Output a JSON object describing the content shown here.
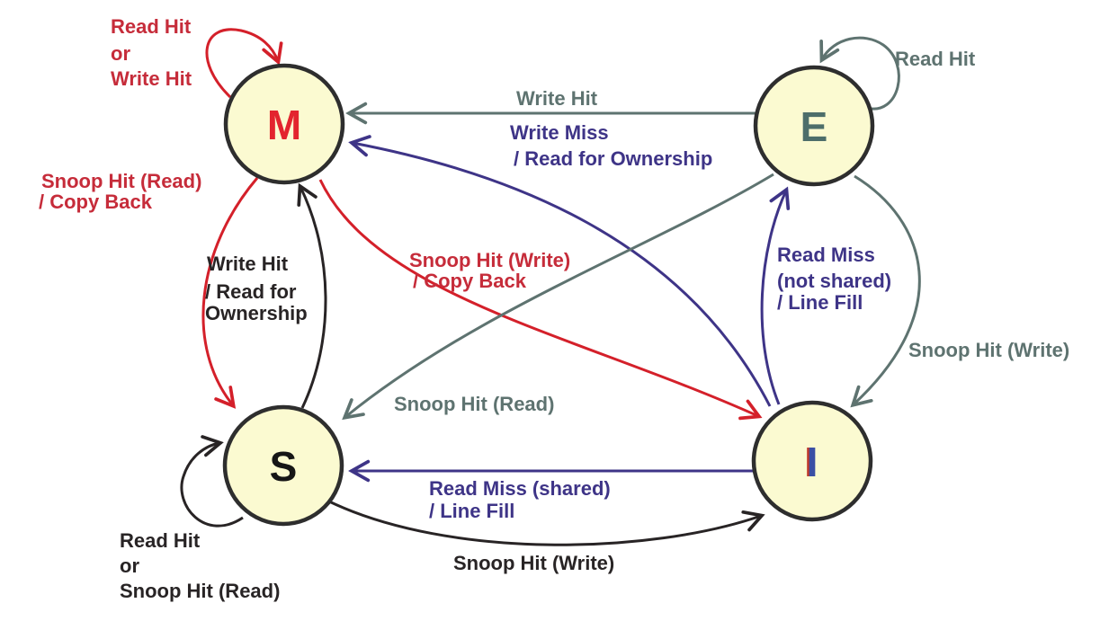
{
  "diagram": {
    "kind": "state-machine",
    "protocol_states": [
      "M",
      "E",
      "S",
      "I"
    ]
  },
  "colors": {
    "background": "#ffffff",
    "node_fill": "#fbfad1",
    "node_border": "#2e2e2e",
    "red": "#d4202a",
    "red_text": "#c62c3a",
    "gray": "#5e7370",
    "purple": "#3e3487",
    "black": "#282425",
    "letter_m": "#e3242e",
    "letter_e": "#4d6e6a",
    "letter_s": "#161616",
    "letter_i": "#3a4fa5",
    "letter_i_shadow": "#c0392b"
  },
  "nodes": {
    "m": {
      "label": "M"
    },
    "e": {
      "label": "E"
    },
    "s": {
      "label": "S"
    },
    "i": {
      "label": "I"
    }
  },
  "transitions": {
    "m_self": {
      "from": "M",
      "to": "M",
      "lines": [
        "Read Hit",
        "or",
        "Write Hit"
      ]
    },
    "e_self": {
      "from": "E",
      "to": "E",
      "lines": [
        "Read Hit"
      ]
    },
    "e_m": {
      "from": "E",
      "to": "M",
      "lines": [
        "Write Hit"
      ]
    },
    "i_m": {
      "from": "I",
      "to": "M",
      "lines": [
        "Write Miss",
        "/ Read for Ownership"
      ]
    },
    "m_s": {
      "from": "M",
      "to": "S",
      "lines": [
        "Snoop Hit (Read)",
        "/ Copy Back"
      ]
    },
    "s_m": {
      "from": "S",
      "to": "M",
      "lines": [
        "Write Hit",
        "/ Read for",
        "Ownership"
      ]
    },
    "m_i": {
      "from": "M",
      "to": "I",
      "lines": [
        "Snoop Hit (Write)",
        "/ Copy Back"
      ]
    },
    "e_s": {
      "from": "E",
      "to": "S",
      "lines": [
        "Snoop Hit (Read)"
      ]
    },
    "e_i": {
      "from": "E",
      "to": "I",
      "lines": [
        "Snoop Hit (Write)"
      ]
    },
    "i_e": {
      "from": "I",
      "to": "E",
      "lines": [
        "Read Miss",
        "(not shared)",
        "/ Line Fill"
      ]
    },
    "i_s": {
      "from": "I",
      "to": "S",
      "lines": [
        "Read Miss (shared)",
        "/ Line Fill"
      ]
    },
    "s_i": {
      "from": "S",
      "to": "I",
      "lines": [
        "Snoop Hit (Write)"
      ]
    },
    "s_self": {
      "from": "S",
      "to": "S",
      "lines": [
        "Read Hit",
        "or",
        "Snoop Hit (Read)"
      ]
    }
  }
}
